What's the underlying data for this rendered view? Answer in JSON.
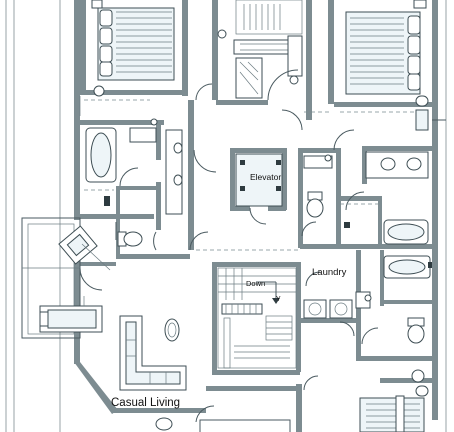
{
  "rooms": {
    "elevator": "Elevator",
    "down": "Down",
    "stair_arrow": "Y",
    "laundry": "Laundry",
    "casual_living": "Casual Living"
  }
}
